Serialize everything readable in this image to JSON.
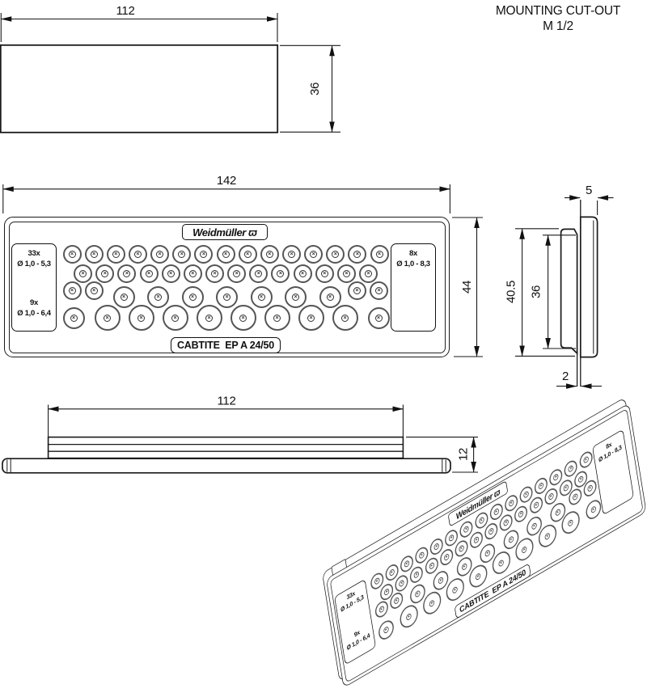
{
  "note": {
    "line1": "MOUNTING CUT-OUT",
    "line2": "M 1/2"
  },
  "cutout_view": {
    "width": "112",
    "height": "36"
  },
  "front_view": {
    "width": "142",
    "height": "44"
  },
  "side_view": {
    "flange_depth": "5",
    "height": "40.5",
    "inner_height": "36",
    "gap": "2"
  },
  "top_view": {
    "body_width": "112",
    "thickness": "12"
  },
  "plate": {
    "brand": "Weidmüller",
    "brand_mark": "ϖ",
    "model": "CABTITE  EP A 24/50",
    "left_label_top_count": "33x",
    "left_label_top_range": "Ø 1,0 - 5,3",
    "left_label_bottom_count": "9x",
    "left_label_bottom_range": "Ø 1,0 - 6,4",
    "right_label_count": "8x",
    "right_label_range": "Ø 1,0 - 8,3",
    "grommet_mark": "×",
    "grommet_counts": {
      "small": 33,
      "medium": 9,
      "large": 8
    }
  }
}
